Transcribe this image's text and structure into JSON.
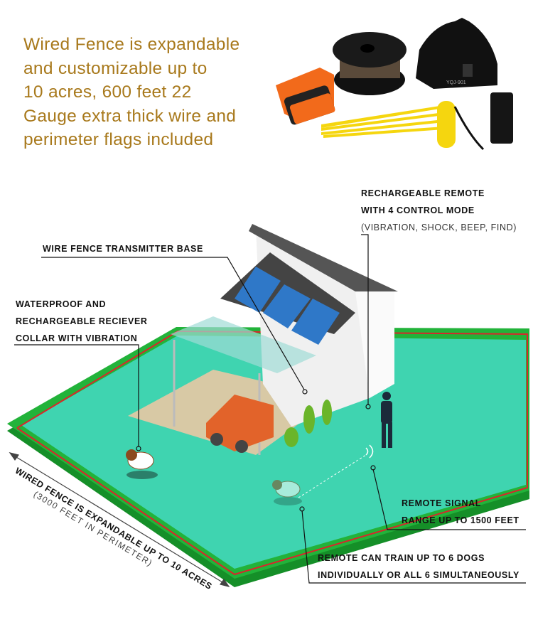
{
  "headline": {
    "lines": [
      "Wired Fence is expandable",
      "and customizable up to",
      "10 acres, 600 feet 22",
      "Gauge extra thick wire and",
      "perimeter flags included"
    ]
  },
  "product": {
    "transmitter_model": "YQJ-901"
  },
  "callouts": {
    "remote": {
      "line1": "RECHARGEABLE REMOTE",
      "line2": "WITH 4 CONTROL MODE",
      "line3": "(VIBRATION, SHOCK, BEEP, FIND)"
    },
    "transmitter": {
      "line1": "WIRE FENCE TRANSMITTER BASE"
    },
    "collar": {
      "line1": "WATERPROOF AND",
      "line2": "RECHARGEABLE RECIEVER",
      "line3": "COLLAR WITH VIBRATION"
    },
    "signal": {
      "line1": "REMOTE SIGNAL",
      "line2": "RANGE UP TO 1500 FEET"
    },
    "dogs": {
      "line1": "REMOTE CAN TRAIN UP TO 6 DOGS",
      "line2": "INDIVIDUALLY OR ALL 6 SIMULTANEOUSLY"
    },
    "expand": {
      "line1": "WIRED FENCE IS EXPANDABLE UP TO 10 ACRES",
      "line2": "(3000 FEET IN PERIMETER)"
    }
  },
  "colors": {
    "headline": "#a8791c",
    "lawn": "#3fd4b0",
    "border": "#1aa32e",
    "wire": "#d9262b"
  }
}
